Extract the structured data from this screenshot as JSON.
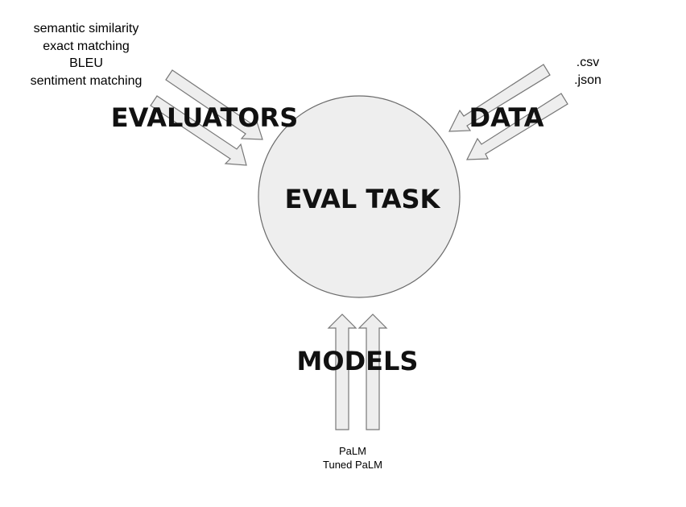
{
  "center": {
    "label": "EVAL TASK"
  },
  "evaluators": {
    "heading": "EVALUATORS",
    "items": [
      "semantic similarity",
      "exact matching",
      "BLEU",
      "sentiment matching"
    ]
  },
  "data_source": {
    "heading": "DATA",
    "items": [
      ".csv",
      ".json"
    ]
  },
  "models": {
    "heading": "MODELS",
    "items": [
      "PaLM",
      "Tuned PaLM"
    ]
  },
  "colors": {
    "shape_fill": "#eeeeee",
    "shape_stroke": "#777777",
    "text": "#111111"
  }
}
